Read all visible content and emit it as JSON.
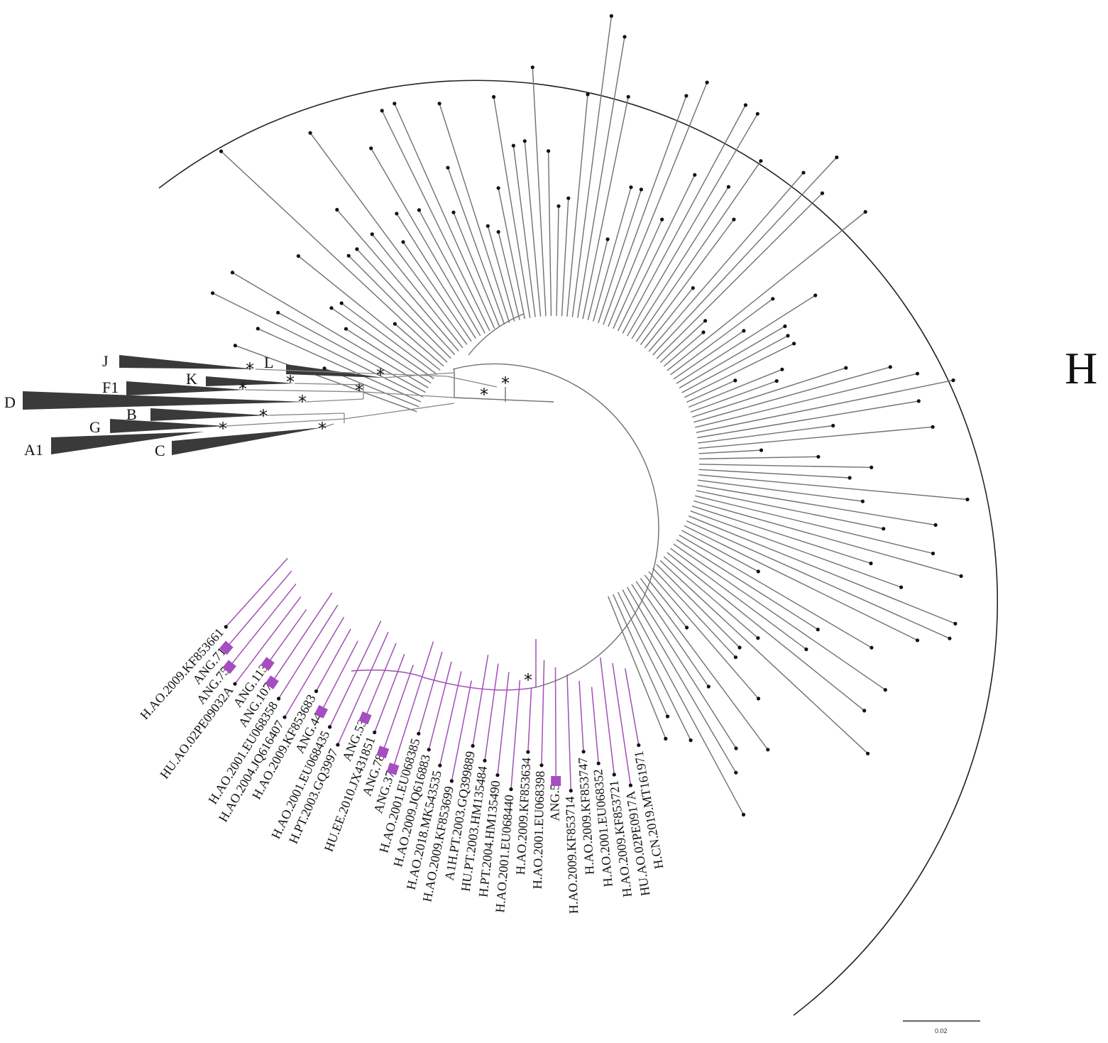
{
  "figure": {
    "clade_big_label": "H",
    "scale_bar_label": "0.02",
    "bootstrap_marker": "*",
    "colors": {
      "highlight": "#a050b4",
      "marker": "#a64dc0",
      "branch": "#707070",
      "collapsed": "#3a3a3a",
      "text": "#111111"
    }
  },
  "collapsed_clades": [
    {
      "label": "J"
    },
    {
      "label": "L"
    },
    {
      "label": "K"
    },
    {
      "label": "F1"
    },
    {
      "label": "D"
    },
    {
      "label": "B"
    },
    {
      "label": "G"
    },
    {
      "label": "A1"
    },
    {
      "label": "C"
    }
  ],
  "highlighted_leaves": [
    {
      "label": "H.AO.2009.KF853661",
      "marked": false
    },
    {
      "label": "ANG.71",
      "marked": true
    },
    {
      "label": "ANG.75",
      "marked": true
    },
    {
      "label": "HU.AO.02PE09032A",
      "marked": false
    },
    {
      "label": "ANG.113",
      "marked": true
    },
    {
      "label": "ANG.107",
      "marked": true
    },
    {
      "label": "H.AO.2001.EU068358",
      "marked": false
    },
    {
      "label": "H.AO.2004.JQ616407",
      "marked": false
    },
    {
      "label": "H.AO.2009.KF853683",
      "marked": false
    },
    {
      "label": "ANG.44",
      "marked": true
    },
    {
      "label": "H.AO.2001.EU068435",
      "marked": false
    },
    {
      "label": "H.PT.2003.GQ3997",
      "marked": false
    },
    {
      "label": "ANG.53",
      "marked": true
    },
    {
      "label": "HU.EE.2010.JX431851",
      "marked": false
    },
    {
      "label": "ANG.78",
      "marked": true
    },
    {
      "label": "ANG.37",
      "marked": true
    },
    {
      "label": "H.AO.2001.EU068385",
      "marked": false
    },
    {
      "label": "H.AO.2009.JQ616883",
      "marked": false
    },
    {
      "label": "H.AO.2018.MK543535",
      "marked": false
    },
    {
      "label": "H.AO.2009.KF853699",
      "marked": false
    },
    {
      "label": "A1H.PT.2003.GQ399889",
      "marked": false
    },
    {
      "label": "HU.PT.2003.HM135484",
      "marked": false
    },
    {
      "label": "H.PT.2004.HM135490",
      "marked": false
    },
    {
      "label": "H.AO.2001.EU068440",
      "marked": false
    },
    {
      "label": "H.AO.2009.KF853634",
      "marked": false
    },
    {
      "label": "H.AO.2001.EU068398",
      "marked": false
    },
    {
      "label": "ANG.5",
      "marked": true
    },
    {
      "label": "H.AO.2009.KF853714",
      "marked": false
    },
    {
      "label": "H.AO.2009.KF853747",
      "marked": false
    },
    {
      "label": "H.AO.2001.EU068352",
      "marked": false
    },
    {
      "label": "H.AO.2009.KF853721",
      "marked": false
    },
    {
      "label": "HU.AO.02PE0917A",
      "marked": false
    },
    {
      "label": "H.CN.2019.MT161971",
      "marked": false
    }
  ]
}
